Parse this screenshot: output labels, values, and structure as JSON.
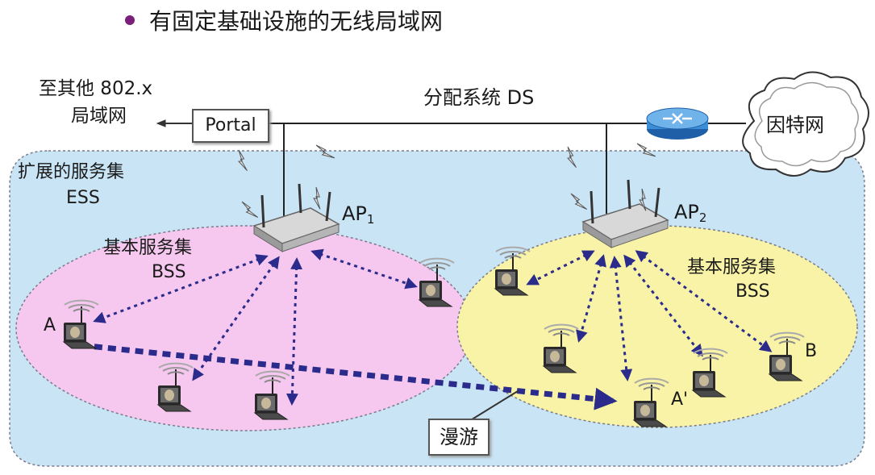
{
  "title": "有固定基础设施的无线局域网",
  "labels": {
    "to_other_lan_line1": "至其他 802.x",
    "to_other_lan_line2": "局域网",
    "portal": "Portal",
    "distribution_system": "分配系统 DS",
    "internet": "因特网",
    "ess_line1": "扩展的服务集",
    "ess_line2": "ESS",
    "ap1": "AP",
    "ap1_sub": "1",
    "ap2": "AP",
    "ap2_sub": "2",
    "bss_left_line1": "基本服务集",
    "bss_left_line2": "BSS",
    "bss_right_line1": "基本服务集",
    "bss_right_line2": "BSS",
    "station_a": "A",
    "station_a_prime": "A'",
    "station_b": "B",
    "roaming": "漫游"
  },
  "colors": {
    "ess_fill": "#c9e4f5",
    "bss_left_fill": "#f6c8ef",
    "bss_right_fill": "#f8f3a6",
    "arrow": "#2b2b8c",
    "bullet": "#7a1f7a"
  }
}
